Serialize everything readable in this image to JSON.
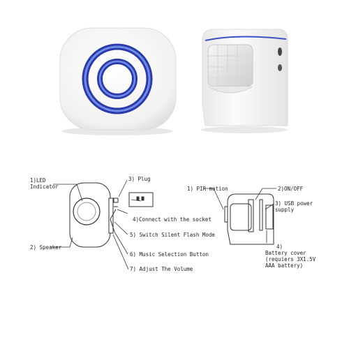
{
  "callouts": [
    {
      "num": "1)",
      "text": "LED\nIndicator"
    },
    {
      "num": "2)",
      "text": "Speaker"
    },
    {
      "num": "3)",
      "text": "Plug"
    },
    {
      "num": "4)",
      "text": "Connect with the socket"
    },
    {
      "num": "5)",
      "text": "Switch Silent Flash Mode"
    },
    {
      "num": "6)",
      "text": "Music Selection Button"
    },
    {
      "num": "7)",
      "text": "Adjust The Volume"
    }
  ],
  "sensor_callouts": [
    {
      "num": "1)",
      "text": "PIR motion"
    },
    {
      "num": "2)",
      "text": "ON/OFF"
    },
    {
      "num": "3)",
      "text": "USB power\nsupply"
    },
    {
      "num": "4)",
      "text": "Battery cover\n(requiers 3X1.5V\nAAA battery)"
    }
  ],
  "colors": {
    "ring_blue": "#2a3aa8",
    "ring_light": "#6f8ce6",
    "device_white": "#f4f4f4",
    "line": "#333333"
  }
}
